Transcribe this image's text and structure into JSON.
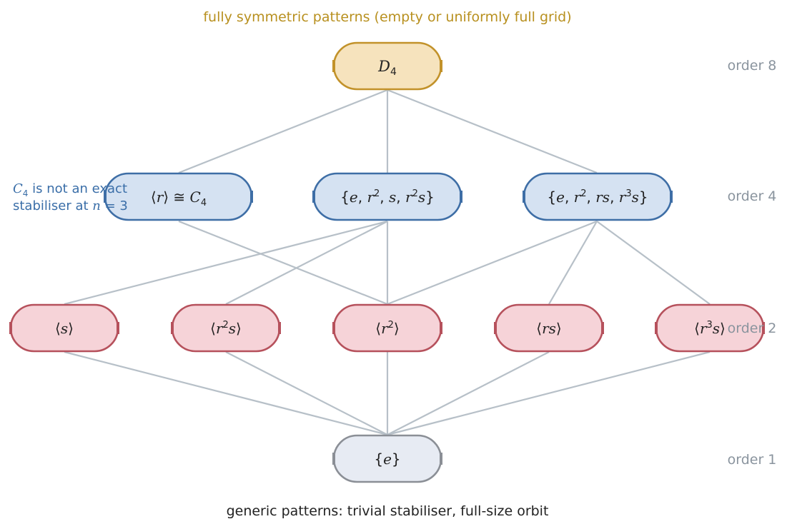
{
  "captions": {
    "top": "fully symmetric patterns (empty or uniformly full grid)",
    "bottom": "generic patterns: trivial stabiliser, full-size orbit"
  },
  "order_labels": {
    "order8": "order 8",
    "order4": "order 4",
    "order2": "order 2",
    "order1": "order 1"
  },
  "note": {
    "line1_sym": "C",
    "line1_sub": "4",
    "line1_rest": " is not an exact",
    "line2_text": "stabiliser at ",
    "line2_var": "n",
    "line2_rest": " = 3"
  },
  "nodes": {
    "d4": {
      "base": "D",
      "sub": "4"
    },
    "cyclic_r": {
      "left": "⟨",
      "var": "r",
      "right": "⟩ ≅ ",
      "base": "C",
      "sub": "4"
    },
    "klein_s": {
      "open": "{",
      "e": "e",
      "comma": ", ",
      "r": "r",
      "sup": "2",
      "s": "s",
      "close": "}"
    },
    "klein_rs": {
      "open": "{",
      "e": "e",
      "comma": ", ",
      "r": "r",
      "sup": "2",
      "rs": "rs",
      "r3": "r",
      "sup3": "3",
      "s": "s",
      "close": "}"
    },
    "s": {
      "left": "⟨",
      "var": "s",
      "right": "⟩"
    },
    "r2s": {
      "left": "⟨",
      "var": "r",
      "sup": "2",
      "var2": "s",
      "right": "⟩"
    },
    "r2": {
      "left": "⟨",
      "var": "r",
      "sup": "2",
      "right": "⟩"
    },
    "rs": {
      "left": "⟨",
      "var": "rs",
      "right": "⟩"
    },
    "r3s": {
      "left": "⟨",
      "var": "r",
      "sup": "3",
      "var2": "s",
      "right": "⟩"
    },
    "trivial": {
      "open": "{",
      "var": "e",
      "close": "}"
    }
  },
  "colors": {
    "top_caption": "#b8901f",
    "order_label": "#8a949e",
    "note": "#3a6ea8",
    "edge": "#b7c0c8",
    "gold_fill": "#f6e3bd",
    "gold_stroke": "#c2922a",
    "blue_fill": "#d5e2f2",
    "blue_stroke": "#3e6ea6",
    "red_fill": "#f6d3d8",
    "red_stroke": "#b6515c",
    "grey_fill": "#e7ebf3",
    "grey_stroke": "#8b8f96"
  }
}
